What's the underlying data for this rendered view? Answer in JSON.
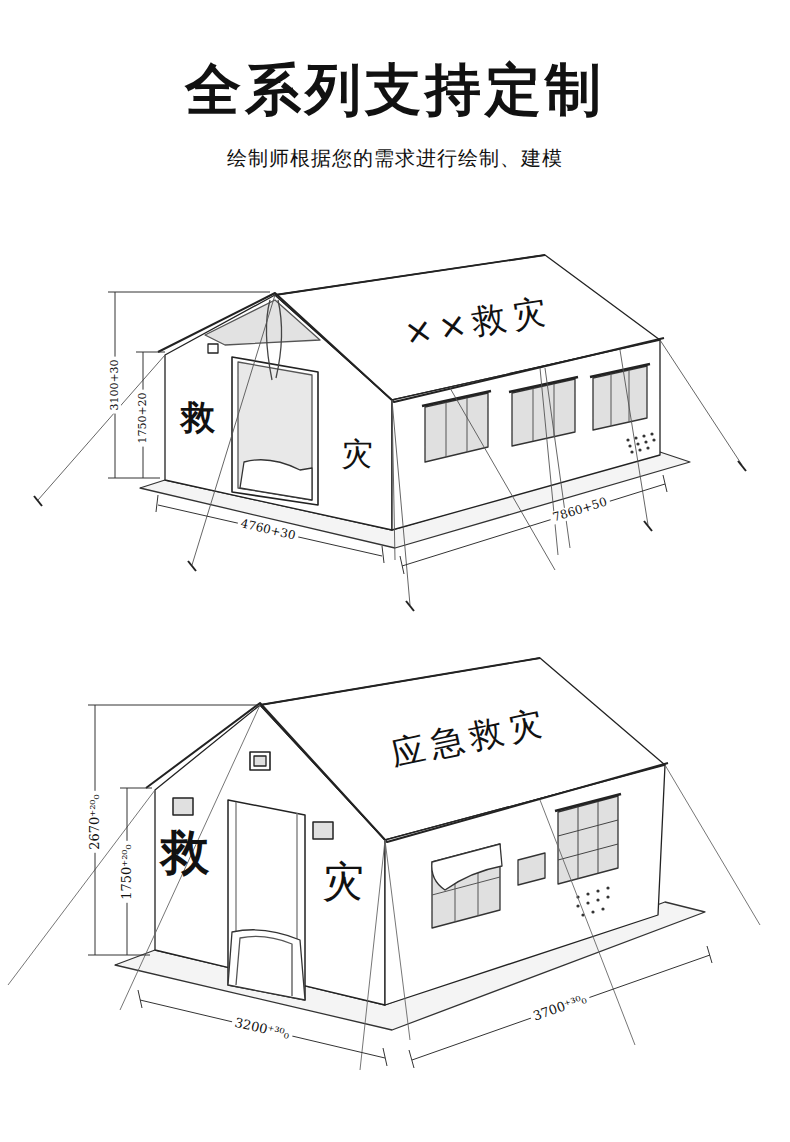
{
  "diagram": {
    "title": "全系列支持定制",
    "caption": "绘制师根据您的需求进行绘制、建模",
    "labels": [
      "××救灾",
      "救",
      "灾",
      "3100+30",
      "1750+20",
      "4760+30",
      "7860+50",
      "应急救灾",
      "救",
      "灾",
      "2670⁺²⁰₀",
      "1750⁺²⁰₀",
      "3200⁺³⁰₀",
      "3700⁺³⁰₀"
    ]
  }
}
